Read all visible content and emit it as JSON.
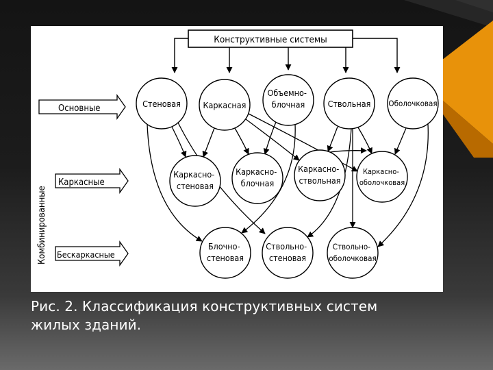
{
  "diagram": {
    "title": "Конструктивные системы",
    "side_label": "Комбинированные",
    "row_labels": [
      "Основные",
      "Каркасные",
      "Бескаркасные"
    ],
    "nodes": {
      "stenovaya": [
        "Стеновая"
      ],
      "karkasnaya": [
        "Каркасная"
      ],
      "obemno_blochnaya": [
        "Объемно-",
        "блочная"
      ],
      "stvolnaya": [
        "Ствольная"
      ],
      "obolochkovaya": [
        "Оболочковая"
      ],
      "karkasno_stenovaya": [
        "Каркасно-",
        "стеновая"
      ],
      "karkasno_blochnaya": [
        "Каркасно-",
        "блочная"
      ],
      "karkasno_stvolnaya": [
        "Каркасно-",
        "ствольная"
      ],
      "karkasno_obolochkovaya": [
        "Каркасно-",
        "оболочковая"
      ],
      "blochno_stenovaya": [
        "Блочно-",
        "стеновая"
      ],
      "stvolno_stenovaya": [
        "Ствольно-",
        "стеновая"
      ],
      "stvolno_obolochkovaya": [
        "Ствольно-",
        "оболочковая"
      ]
    }
  },
  "caption": {
    "line1": "Рис. 2. Классификация конструктивных систем",
    "line2": "жилых зданий."
  },
  "colors": {
    "accent": "#e8920a",
    "accent_dark": "#b86a00",
    "panel": "#ffffff",
    "ink": "#000000",
    "caption_text": "#ffffff"
  }
}
